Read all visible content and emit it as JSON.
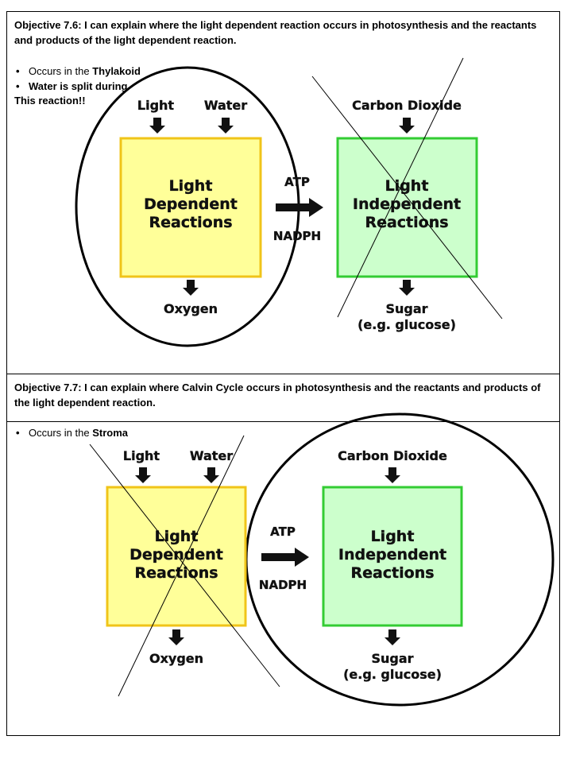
{
  "section1": {
    "objective_prefix": "Objective 7.6",
    "objective_text": ": I can explain where the light dependent reaction occurs in photosynthesis and the reactants and products of the light dependent reaction.",
    "bullets": [
      {
        "plain": "Occurs in the ",
        "bold": "Thylakoid"
      },
      {
        "plain": "",
        "bold": "Water is split during"
      }
    ],
    "tail": "This reaction!!"
  },
  "section2": {
    "objective_prefix": "Objective 7.7",
    "objective_text": ": I can explain where Calvin Cycle occurs in photosynthesis and the reactants and products of the light dependent reaction.",
    "bullets": [
      {
        "plain": "Occurs in the ",
        "bold": "Stroma"
      }
    ]
  },
  "diagram": {
    "light": "Light",
    "water": "Water",
    "carbon_dioxide": "Carbon Dioxide",
    "ldr_line1": "Light",
    "ldr_line2": "Dependent",
    "ldr_line3": "Reactions",
    "lir_line1": "Light",
    "lir_line2": "Independent",
    "lir_line3": "Reactions",
    "atp": "ATP",
    "nadph": "NADPH",
    "oxygen": "Oxygen",
    "sugar": "Sugar",
    "sugar_example": "(e.g. glucose)"
  },
  "colors": {
    "ldr_fill": "#ffff99",
    "ldr_border": "#f0c419",
    "lir_fill": "#ccffcc",
    "lir_border": "#33cc33"
  }
}
